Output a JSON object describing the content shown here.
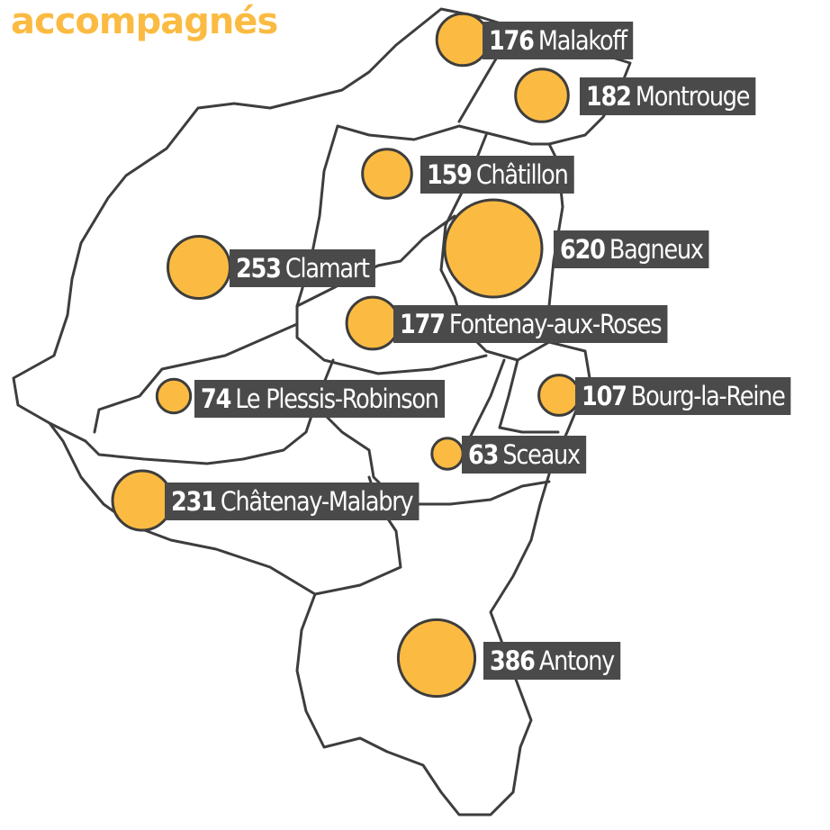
{
  "title": "accompagnés",
  "colors": {
    "bubble": "#fbbb42",
    "border": "#3d3d3d",
    "label_bg": "#4a4a4a",
    "title": "#fbbb42"
  },
  "communes": [
    {
      "name": "Malakoff",
      "count": "176",
      "value": 176
    },
    {
      "name": "Montrouge",
      "count": "182",
      "value": 182
    },
    {
      "name": "Châtillon",
      "count": "159",
      "value": 159
    },
    {
      "name": "Bagneux",
      "count": "620",
      "value": 620
    },
    {
      "name": "Clamart",
      "count": "253",
      "value": 253
    },
    {
      "name": "Fontenay-aux-Roses",
      "count": "177",
      "value": 177
    },
    {
      "name": "Le Plessis-Robinson",
      "count": "74",
      "value": 74
    },
    {
      "name": "Bourg-la-Reine",
      "count": "107",
      "value": 107
    },
    {
      "name": "Sceaux",
      "count": "63",
      "value": 63
    },
    {
      "name": "Châtenay-Malabry",
      "count": "231",
      "value": 231
    },
    {
      "name": "Antony",
      "count": "386",
      "value": 386
    }
  ]
}
